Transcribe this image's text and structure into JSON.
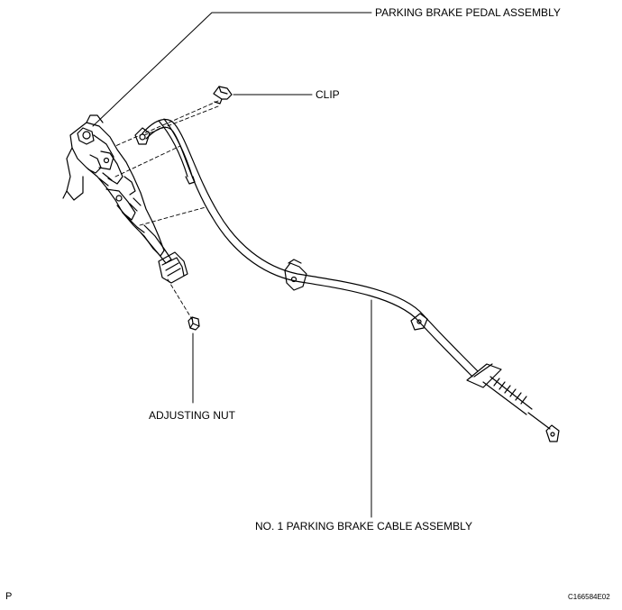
{
  "labels": {
    "pedal_assembly": "PARKING BRAKE PEDAL ASSEMBLY",
    "clip": "CLIP",
    "adjusting_nut": "ADJUSTING NUT",
    "cable_assembly": "NO. 1 PARKING BRAKE CABLE ASSEMBLY"
  },
  "footer": {
    "corner_letter": "P",
    "figure_code": "C166584E02"
  }
}
